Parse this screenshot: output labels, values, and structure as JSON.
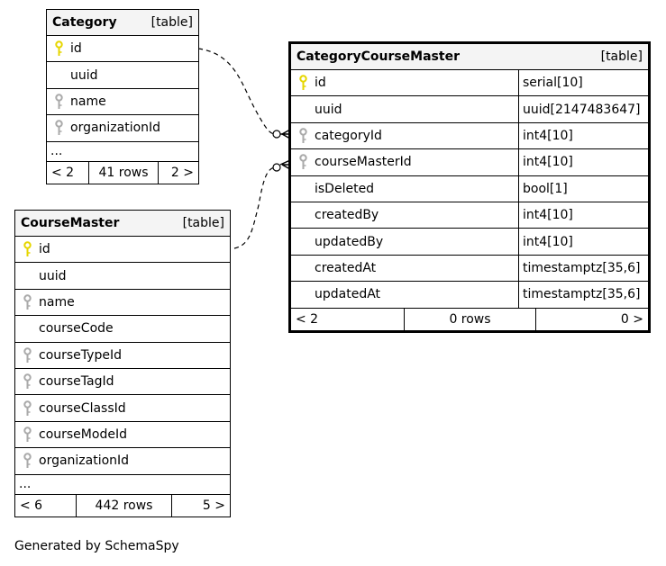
{
  "tables": {
    "category": {
      "name": "Category",
      "kind": "[table]",
      "columns": [
        {
          "label": "id",
          "key": "primary"
        },
        {
          "label": "uuid",
          "key": "none"
        },
        {
          "label": "name",
          "key": "index"
        },
        {
          "label": "organizationId",
          "key": "index"
        }
      ],
      "ellipsis": "...",
      "footer": {
        "left": "< 2",
        "mid": "41 rows",
        "right": "2 >"
      }
    },
    "course_master": {
      "name": "CourseMaster",
      "kind": "[table]",
      "columns": [
        {
          "label": "id",
          "key": "primary"
        },
        {
          "label": "uuid",
          "key": "none"
        },
        {
          "label": "name",
          "key": "index"
        },
        {
          "label": "courseCode",
          "key": "none"
        },
        {
          "label": "courseTypeId",
          "key": "index"
        },
        {
          "label": "courseTagId",
          "key": "index"
        },
        {
          "label": "courseClassId",
          "key": "index"
        },
        {
          "label": "courseModeId",
          "key": "index"
        },
        {
          "label": "organizationId",
          "key": "index"
        }
      ],
      "ellipsis": "...",
      "footer": {
        "left": "< 6",
        "mid": "442 rows",
        "right": "5 >"
      }
    },
    "category_course_master": {
      "name": "CategoryCourseMaster",
      "kind": "[table]",
      "columns": [
        {
          "label": "id",
          "type": "serial[10]",
          "key": "primary"
        },
        {
          "label": "uuid",
          "type": "uuid[2147483647]",
          "key": "none"
        },
        {
          "label": "categoryId",
          "type": "int4[10]",
          "key": "index"
        },
        {
          "label": "courseMasterId",
          "type": "int4[10]",
          "key": "index"
        },
        {
          "label": "isDeleted",
          "type": "bool[1]",
          "key": "none"
        },
        {
          "label": "createdBy",
          "type": "int4[10]",
          "key": "none"
        },
        {
          "label": "updatedBy",
          "type": "int4[10]",
          "key": "none"
        },
        {
          "label": "createdAt",
          "type": "timestamptz[35,6]",
          "key": "none"
        },
        {
          "label": "updatedAt",
          "type": "timestamptz[35,6]",
          "key": "none"
        }
      ],
      "footer": {
        "left": "< 2",
        "mid": "0 rows",
        "right": "0 >"
      }
    }
  },
  "footer_text": "Generated by SchemaSpy",
  "colors": {
    "primary_key": "#e6d600",
    "index_key": "#aaaaaa",
    "header_bg": "#f4f4f4"
  }
}
